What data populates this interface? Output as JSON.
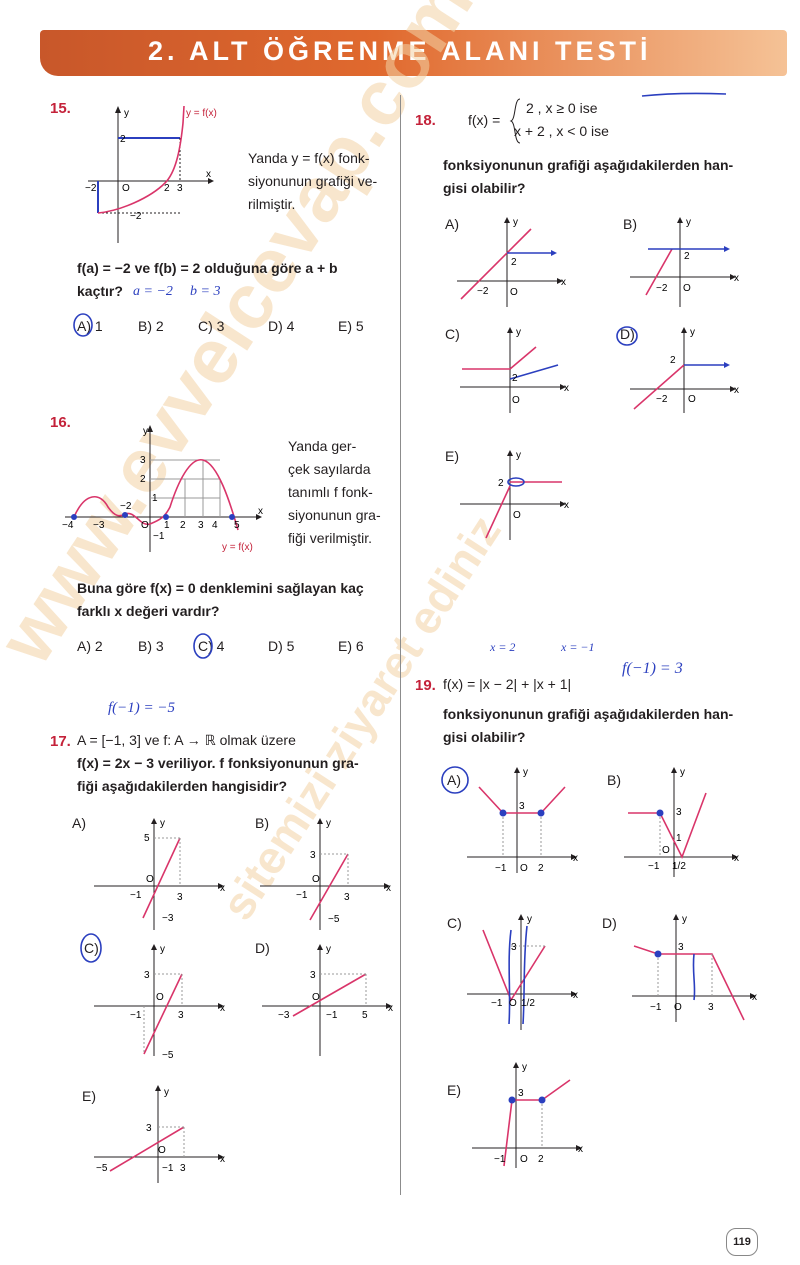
{
  "header": {
    "title": "2. ALT ÖĞRENME ALANI TESTİ"
  },
  "page_number": "119",
  "watermark": {
    "line1": "www.evvelcevap.com",
    "line2": "sitemizi ziyaret ediniz"
  },
  "q15": {
    "number": "15.",
    "graph": {
      "ylabel": "y",
      "xlabel": "x",
      "func": "y = f(x)",
      "y2": "2",
      "yn2": "−2",
      "xn2": "−2",
      "o": "O",
      "x2": "2",
      "x3": "3"
    },
    "text": [
      "Yanda  y = f(x)  fonk-",
      "siyonunun grafiği ve-",
      "rilmiştir."
    ],
    "question": [
      "f(a) = −2  ve  f(b) = 2  olduğuna göre  a + b",
      "kaçtır?"
    ],
    "options": [
      "A) 1",
      "B) 2",
      "C) 3",
      "D) 4",
      "E) 5"
    ],
    "handwriting": [
      "a = −2",
      "b = 3"
    ]
  },
  "q16": {
    "number": "16.",
    "graph": {
      "ylabel": "y",
      "xlabel": "x",
      "func": "y = f(x)",
      "y3": "3",
      "y2": "2",
      "y1": "1",
      "yn1": "−1",
      "xn4": "−4",
      "xn3": "−3",
      "xn2": "−2",
      "o": "O",
      "x1": "1",
      "x2": "2",
      "x3": "3",
      "x4": "4",
      "x5": "5"
    },
    "text": [
      "Yanda ger-",
      "çek sayılarda",
      "tanımlı f fonk-",
      "siyonunun gra-",
      "fiği verilmiştir."
    ],
    "question": [
      "Buna göre  f(x) = 0  denklemini sağlayan kaç",
      "farklı x değeri vardır?"
    ],
    "options": [
      "A) 2",
      "B) 3",
      "C) 4",
      "D) 5",
      "E) 6"
    ]
  },
  "q17": {
    "number": "17.",
    "line1": "A = [−1, 3] ve f: A → ℝ olmak üzere",
    "line2": "f(x) = 2x − 3  veriliyor.  f  fonksiyonunun gra-",
    "line3": "fiği aşağıdakilerden hangisidir?",
    "handwriting": "f(−1) = −5",
    "options": [
      {
        "label": "A)",
        "ticks": [
          "5",
          "O",
          "−1",
          "3",
          "−3"
        ]
      },
      {
        "label": "B)",
        "ticks": [
          "3",
          "O",
          "−1",
          "3",
          "−5"
        ]
      },
      {
        "label": "C)",
        "ticks": [
          "3",
          "O",
          "−1",
          "3",
          "−5"
        ]
      },
      {
        "label": "D)",
        "ticks": [
          "3",
          "O",
          "−3",
          "−1",
          "5"
        ]
      },
      {
        "label": "E)",
        "ticks": [
          "3",
          "O",
          "−5",
          "−1",
          "3"
        ]
      }
    ]
  },
  "q18": {
    "number": "18.",
    "f": "f(x) =",
    "case1": "2 ,   x ≥ 0  ise",
    "case2": "x + 2 ,   x < 0  ise",
    "question": [
      "fonksiyonunun grafiği aşağıdakilerden han-",
      "gisi olabilir?"
    ],
    "options": [
      {
        "label": "A)",
        "ticks": [
          "y",
          "x",
          "2",
          "−2",
          "O"
        ]
      },
      {
        "label": "B)",
        "ticks": [
          "y",
          "x",
          "2",
          "−2",
          "O"
        ]
      },
      {
        "label": "C)",
        "ticks": [
          "y",
          "x",
          "2",
          "O"
        ]
      },
      {
        "label": "D)",
        "ticks": [
          "y",
          "x",
          "2",
          "−2",
          "O"
        ]
      },
      {
        "label": "E)",
        "ticks": [
          "y",
          "x",
          "2",
          "O"
        ]
      }
    ]
  },
  "q19": {
    "number": "19.",
    "formula": "f(x) = |x − 2| + |x + 1|",
    "handwriting": [
      "x = 2",
      "x = −1",
      "f(−1) = 3"
    ],
    "question": [
      "fonksiyonunun grafiği aşağıdakilerden han-",
      "gisi olabilir?"
    ],
    "options": [
      {
        "label": "A)",
        "ticks": [
          "y",
          "x",
          "3",
          "−1",
          "O",
          "2"
        ]
      },
      {
        "label": "B)",
        "ticks": [
          "y",
          "x",
          "3",
          "1",
          "O",
          "−1",
          "1/2"
        ]
      },
      {
        "label": "C)",
        "ticks": [
          "y",
          "x",
          "3",
          "−1",
          "O",
          "1/2"
        ]
      },
      {
        "label": "D)",
        "ticks": [
          "y",
          "x",
          "3",
          "−1",
          "O",
          "3"
        ]
      },
      {
        "label": "E)",
        "ticks": [
          "y",
          "x",
          "3",
          "−1",
          "O",
          "2"
        ]
      }
    ]
  },
  "colors": {
    "accent": "#c4223a",
    "curve": "#d9356a",
    "axis_blue": "#2b3fbf",
    "banner": "#e0692e"
  }
}
